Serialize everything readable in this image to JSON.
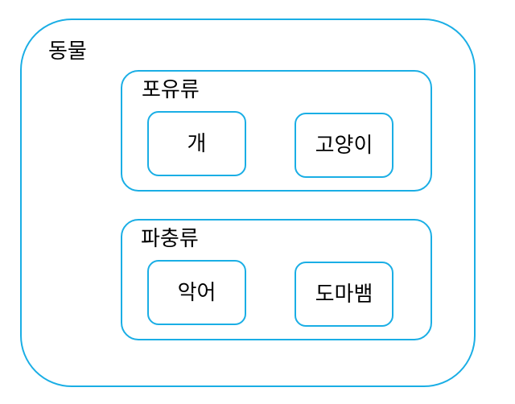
{
  "diagram": {
    "root": {
      "label": "동물"
    },
    "groups": [
      {
        "label": "포유류",
        "items": [
          "개",
          "고양이"
        ]
      },
      {
        "label": "파충류",
        "items": [
          "악어",
          "도마뱀"
        ]
      }
    ],
    "colors": {
      "border": "#1aaee5",
      "text": "#000000",
      "background": "#ffffff"
    }
  }
}
